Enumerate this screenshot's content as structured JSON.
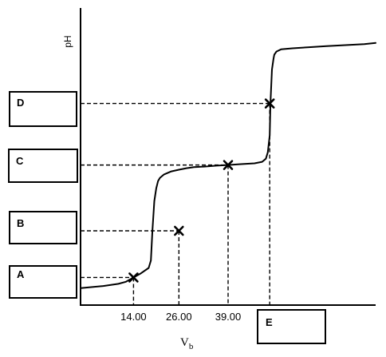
{
  "chart_data": {
    "type": "line",
    "title": "",
    "xlabel": "V",
    "xlabel_subscript": "b",
    "ylabel": "pH",
    "x_ticks": [
      "14.00",
      "26.00",
      "39.00"
    ],
    "x_tick_values": [
      14,
      26,
      39
    ],
    "series": [
      {
        "x": [
          0,
          6,
          10,
          12,
          14,
          16,
          18,
          18.6,
          19,
          19.5,
          20,
          20.5,
          21,
          22,
          24,
          26,
          28,
          30,
          33,
          36,
          39,
          42,
          46,
          48,
          49,
          49.5,
          50,
          50.2,
          50.6,
          51,
          51.2,
          51.8,
          53,
          56,
          60,
          65,
          70,
          75,
          78
        ],
        "y": [
          0.8,
          0.9,
          1.0,
          1.1,
          1.3,
          1.5,
          1.75,
          2.1,
          3.5,
          4.9,
          5.5,
          5.85,
          6.0,
          6.15,
          6.3,
          6.38,
          6.45,
          6.5,
          6.53,
          6.57,
          6.6,
          6.64,
          6.68,
          6.75,
          6.9,
          7.2,
          8.0,
          9.5,
          11.1,
          11.6,
          11.8,
          11.95,
          12.05,
          12.1,
          12.15,
          12.2,
          12.25,
          12.3,
          12.35
        ]
      }
    ],
    "points_marked": [
      {
        "x": 14,
        "y": 1.3,
        "box": "A"
      },
      {
        "x": 26,
        "y": 3.5,
        "box": "B"
      },
      {
        "x": 39,
        "y": 6.6,
        "box": "C"
      },
      {
        "x": 50,
        "y": 9.5,
        "box": "D"
      }
    ],
    "xlim": [
      0,
      78
    ],
    "ylim": [
      0,
      14
    ],
    "grid": false,
    "legend": "none"
  },
  "boxes": {
    "A": "A",
    "B": "B",
    "C": "C",
    "D": "D",
    "E": "E"
  }
}
